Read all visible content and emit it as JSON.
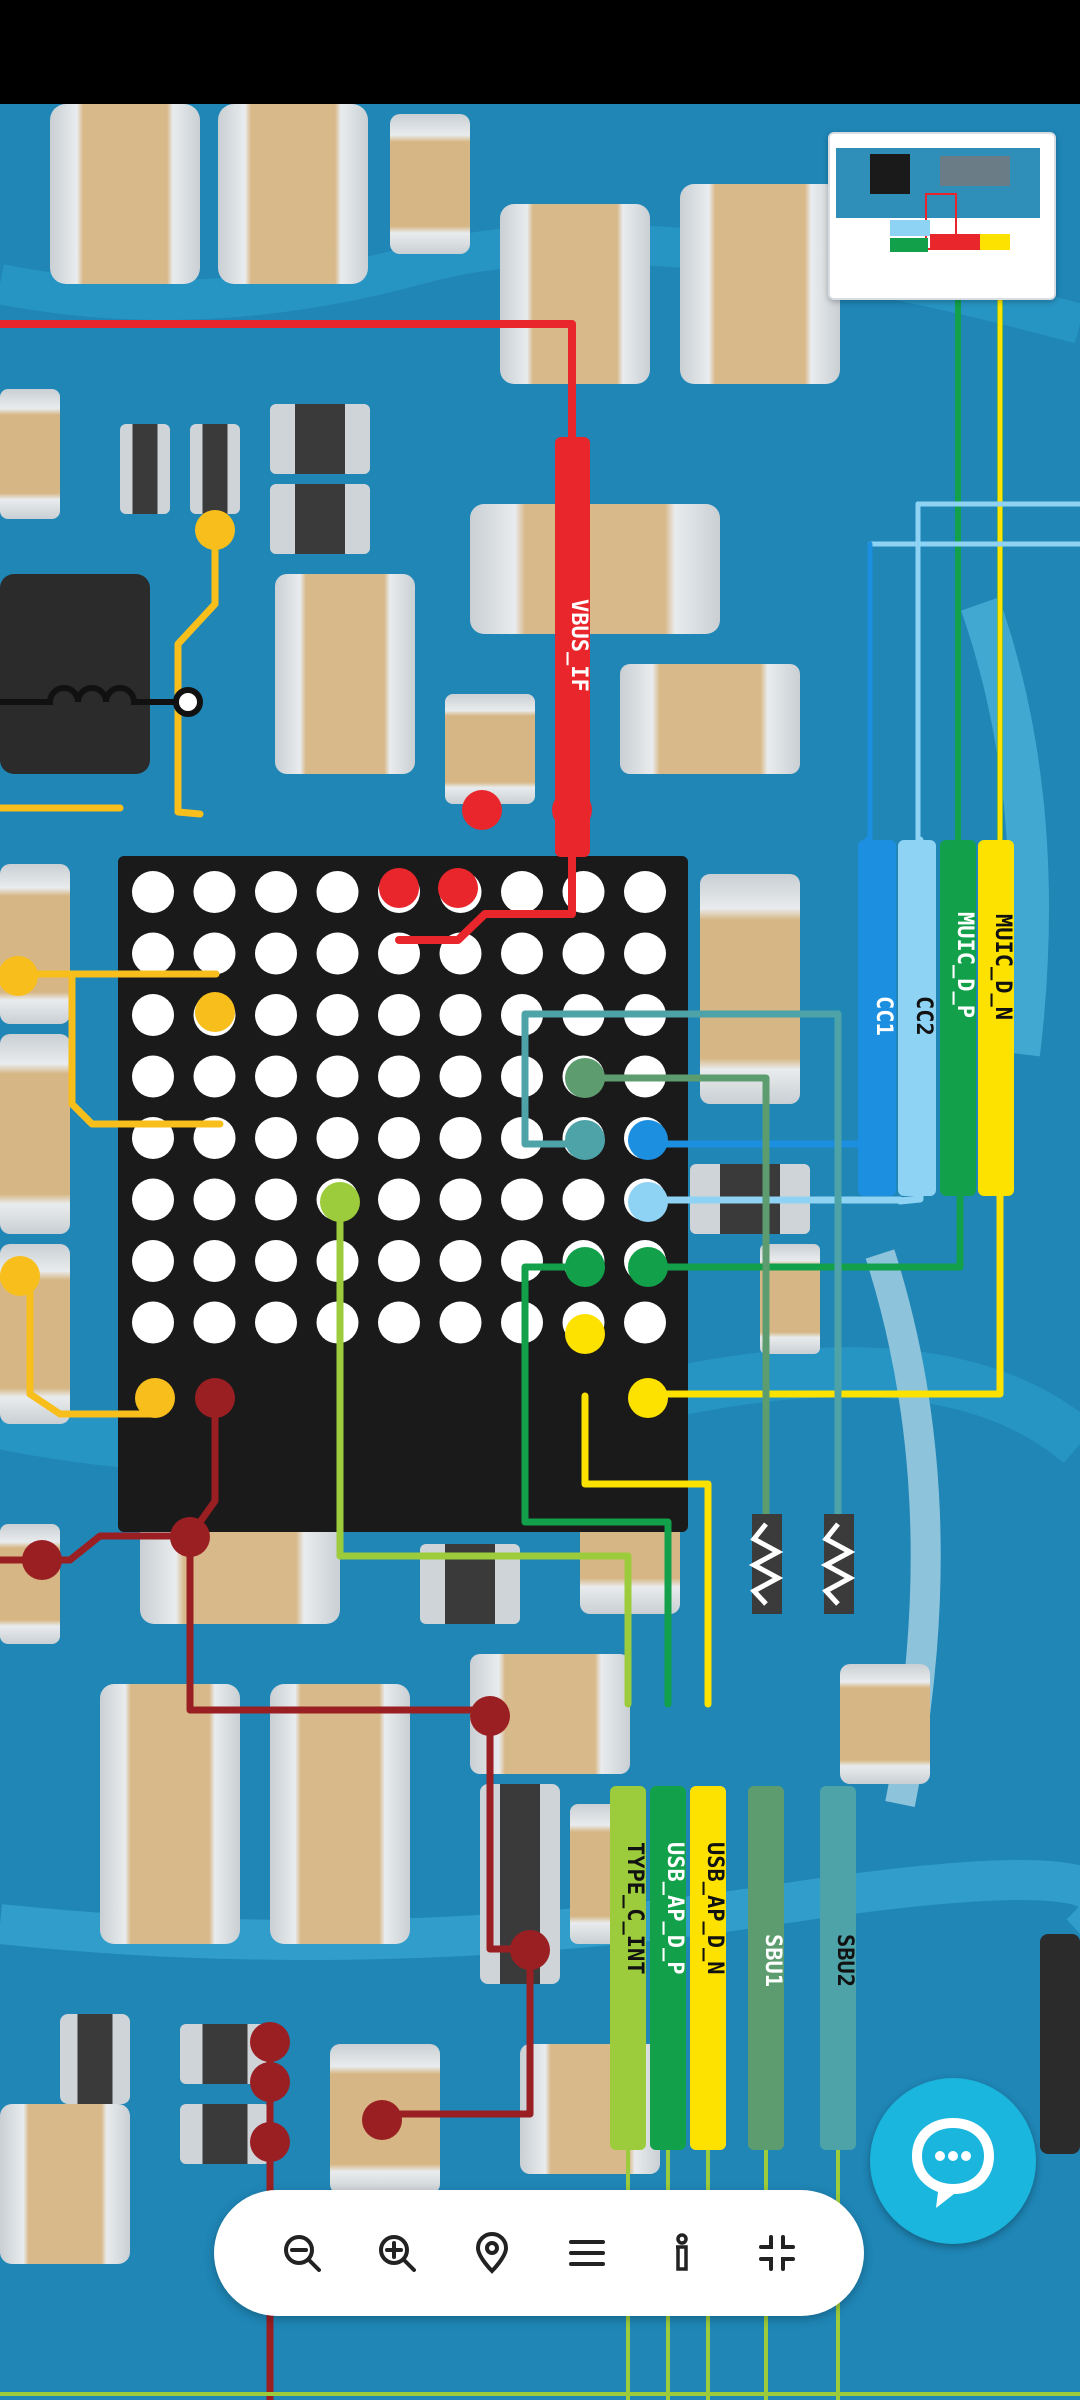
{
  "signals": {
    "vbus_if": "VBUS_IF",
    "muic_d_n": "MUIC_D_N",
    "muic_d_p": "MUIC_D_P",
    "cc2": "CC2",
    "cc1": "CC1",
    "type_c_int": "TYPE_C_INT",
    "usb_ap_d_p": "USB_AP_D_P",
    "usb_ap_d_n": "USB_AP_D_N",
    "sbu1": "SBU1",
    "sbu2": "SBU2"
  },
  "colors": {
    "board": "#1f86b6",
    "red": "#e8262c",
    "dark_red": "#9a1f22",
    "yellow": "#fde200",
    "orange": "#f7be1c",
    "green": "#13a04a",
    "lime": "#9ccc3c",
    "light_blue": "#8fd3f4",
    "blue": "#1c8fe0",
    "teal": "#4ea3a8",
    "sage": "#5d9c6e"
  },
  "toolbar": {
    "icons": [
      "zoom-out-icon",
      "zoom-in-icon",
      "location-pin-icon",
      "menu-icon",
      "info-icon",
      "collapse-icon"
    ]
  },
  "chat_button": {
    "icon": "chat-bubble-icon"
  }
}
